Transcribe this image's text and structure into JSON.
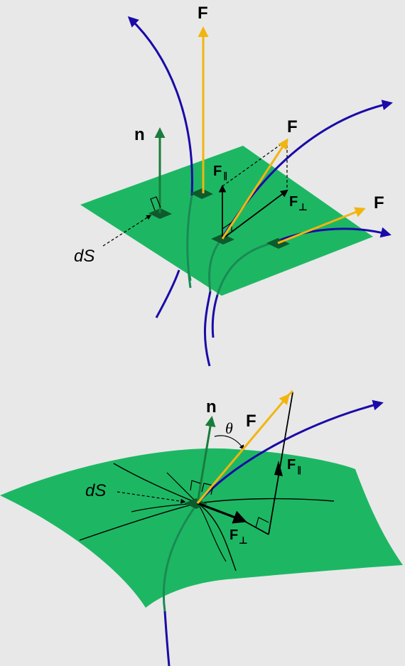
{
  "top_diagram": {
    "labels": {
      "F_top": "F",
      "F_mid": "F",
      "F_right": "F",
      "n": "n",
      "dS": "dS",
      "F_par_main": "F",
      "F_par_sub": "∥",
      "F_perp_main": "F",
      "F_perp_sub": "⊥"
    }
  },
  "bottom_diagram": {
    "labels": {
      "n": "n",
      "theta": "θ",
      "F": "F",
      "dS": "dS",
      "F_par_main": "F",
      "F_par_sub": "∥",
      "F_perp_main": "F",
      "F_perp_sub": "⊥"
    }
  },
  "colors": {
    "background": "#e8e8e8",
    "surface": "#1db763",
    "patch": "#0d5a2c",
    "normal": "#1a7c3c",
    "force": "#f2b50f",
    "field_line": "#1a0aa8",
    "field_line_under": "#1a8a54",
    "component": "#000000"
  }
}
